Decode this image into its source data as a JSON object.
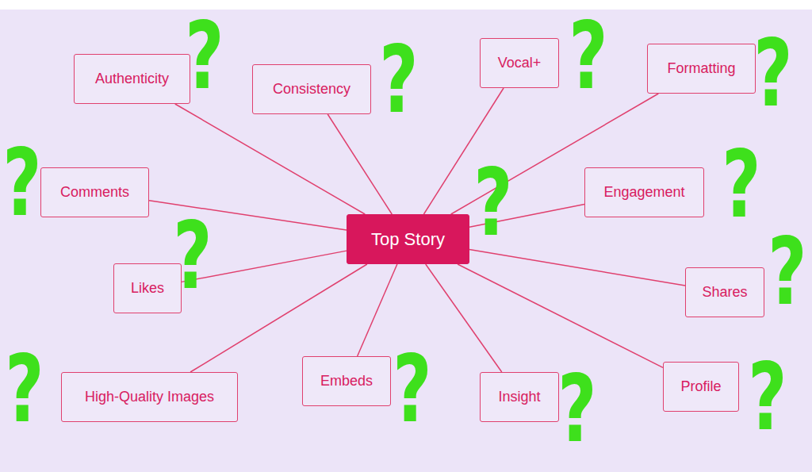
{
  "diagram": {
    "nodes": [
      {
        "text": [
          "Authenticity"
        ]
      },
      {
        "text": [
          "Consistency"
        ]
      },
      {
        "text": [
          "Vocal+"
        ]
      },
      {
        "text": [
          "Formatting"
        ]
      },
      {
        "text": [
          "Comments"
        ]
      },
      {
        "text": [
          "Top Story"
        ]
      },
      {
        "text": [
          "Engagement"
        ]
      },
      {
        "text": [
          "Likes"
        ]
      },
      {
        "text": [
          "Shares"
        ]
      },
      {
        "text": [
          "High-Quality Images"
        ]
      },
      {
        "text": [
          "Embeds"
        ]
      },
      {
        "text": [
          "Insight"
        ]
      },
      {
        "text": [
          "Profile"
        ]
      }
    ],
    "edges": [
      {
        "from": 5,
        "to": 0,
        "arrow": "none"
      },
      {
        "from": 5,
        "to": 1,
        "arrow": "none"
      },
      {
        "from": 5,
        "to": 2,
        "arrow": "none"
      },
      {
        "from": 5,
        "to": 3,
        "arrow": "none"
      },
      {
        "from": 5,
        "to": 4,
        "arrow": "none"
      },
      {
        "from": 5,
        "to": 6,
        "arrow": "none"
      },
      {
        "from": 5,
        "to": 7,
        "arrow": "none"
      },
      {
        "from": 5,
        "to": 8,
        "arrow": "none"
      },
      {
        "from": 5,
        "to": 9,
        "arrow": "none"
      },
      {
        "from": 5,
        "to": 10,
        "arrow": "none"
      },
      {
        "from": 5,
        "to": 11,
        "arrow": "none"
      },
      {
        "from": 5,
        "to": 12,
        "arrow": "none"
      }
    ],
    "labels": [
      "?",
      "?",
      "?",
      "?",
      "?",
      "?",
      "?",
      "?",
      "?",
      "?",
      "?",
      "?",
      "?"
    ]
  }
}
